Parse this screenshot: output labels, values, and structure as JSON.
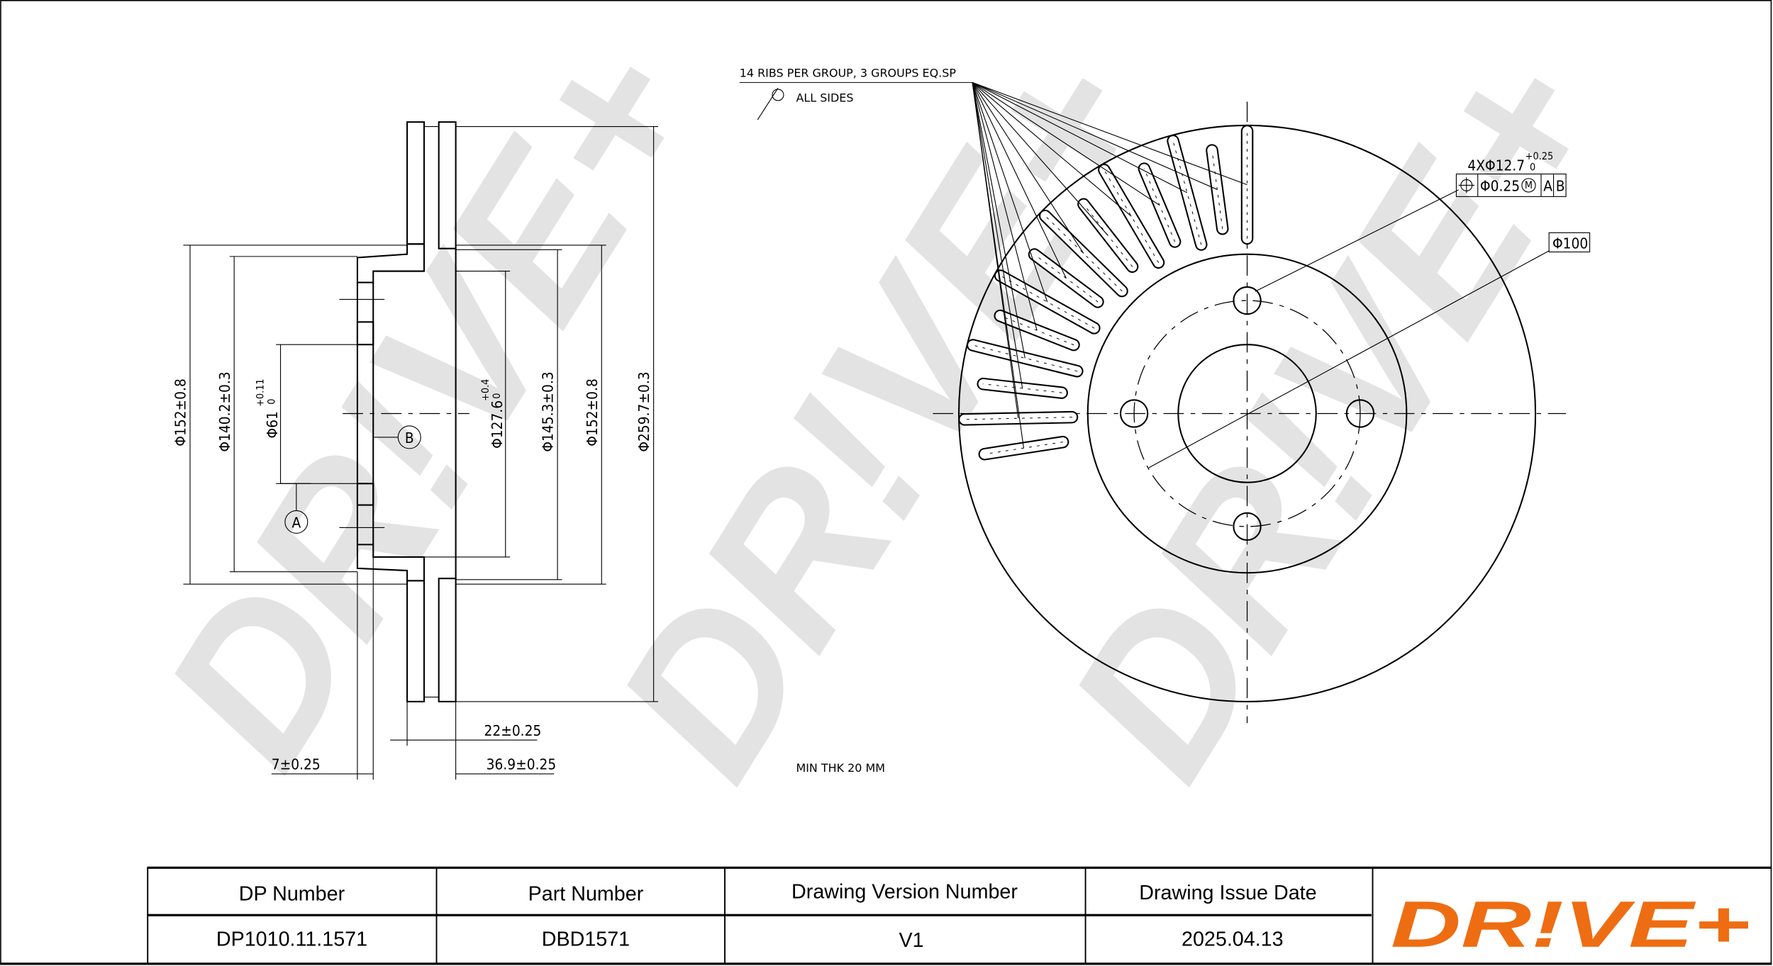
{
  "watermark": "DR!VE+",
  "notes": {
    "ribs": "14 RIBS PER GROUP,  3 GROUPS EQ.SP",
    "all_sides": "ALL SIDES",
    "min_thk": "MIN THK 20 MM"
  },
  "section_dims": {
    "d152_left": "Φ152±0.8",
    "d140": "Φ140.2±0.3",
    "d61": "Φ61",
    "d61_tol_upper": "+0.11",
    "d61_tol_lower": "0",
    "d127": "Φ127.6",
    "d127_tol_upper": "+0.4",
    "d127_tol_lower": "0",
    "d145": "Φ145.3±0.3",
    "d152_right": "Φ152±0.8",
    "d259": "Φ259.7±0.3",
    "w22": "22±0.25",
    "w7": "7±0.25",
    "w36": "36.9±0.25",
    "datum_a": "A",
    "datum_b": "B"
  },
  "front_dims": {
    "holes": "4XΦ12.7",
    "holes_tol_upper": "+0.25",
    "holes_tol_lower": "0",
    "position_tol": "Φ0.25",
    "mmc": "M",
    "datum_a": "A",
    "datum_b": "B",
    "pcd": "Φ100"
  },
  "title_block": {
    "headers": [
      "DP Number",
      "Part Number",
      "Drawing Version Number",
      "Drawing Issue Date"
    ],
    "values": [
      "DP1010.11.1571",
      "DBD1571",
      "V1",
      "2025.04.13"
    ],
    "logo": "DR!VE+",
    "logo_color": "#ee6d12",
    "logo_accent": "#6b6b6b"
  }
}
